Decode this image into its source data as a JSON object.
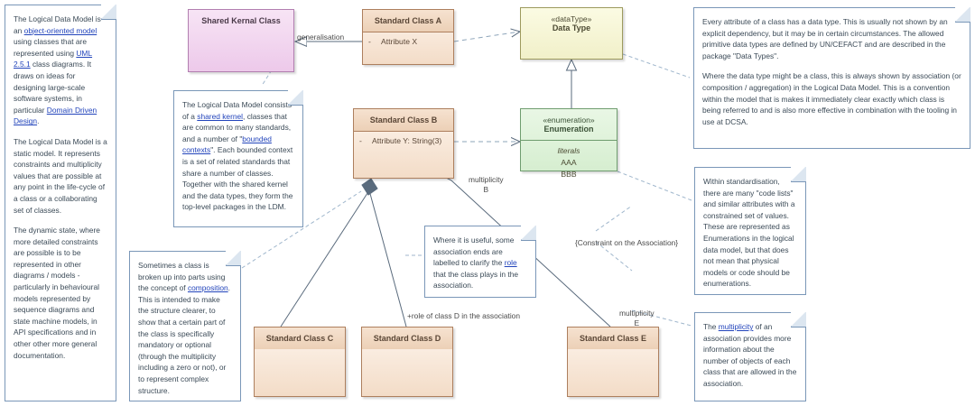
{
  "diagram": {
    "title": "Logical Data Model - UML class diagram conventions",
    "colors": {
      "standard_class": "#f3dcc7",
      "standard_border": "#ad7f5e",
      "shared_kernel": "#edc9ea",
      "shared_kernel_border": "#b27fb0",
      "data_type": "#f1f0c9",
      "data_type_border": "#9d9a5e",
      "enumeration": "#d6eed0",
      "enumeration_border": "#6f9d6f",
      "note_border": "#7a97b8",
      "link": "#2244bb",
      "connector": "#5a6b7d"
    }
  },
  "classes": {
    "shared_kernel": {
      "name": "Shared Kernal Class",
      "stereotype": ""
    },
    "standard_a": {
      "name": "Standard Class A",
      "attribute_visibility": "-",
      "attribute": "Attribute X"
    },
    "standard_b": {
      "name": "Standard Class B",
      "attribute_visibility": "-",
      "attribute": "Attribute Y: String(3)"
    },
    "standard_c": {
      "name": "Standard Class C"
    },
    "standard_d": {
      "name": "Standard Class D"
    },
    "standard_e": {
      "name": "Standard Class E"
    },
    "data_type": {
      "stereotype": "«dataType»",
      "name": "Data Type"
    },
    "enumeration": {
      "stereotype": "«enumeration»",
      "name": "Enumeration",
      "literals_header": "literals",
      "literals": [
        "AAA",
        "BBB"
      ]
    }
  },
  "connector_labels": {
    "generalisation": "generalisation",
    "multiplicity_b_line1": "multiplicity",
    "multiplicity_b_line2": "B",
    "multiplicity_e_line1": "multiplicity",
    "multiplicity_e_line2": "E",
    "constraint": "{Constraint on the Association}",
    "role_d": "+role of class D in the association"
  },
  "notes": {
    "ldm_overview": {
      "p1_a": "The Logical Data Model is an ",
      "p1_link1": "object-oriented model",
      "p1_b": " using classes that are represented using ",
      "p1_link2": "UML 2.5.1",
      "p1_c": " class diagrams. It draws on ideas for designing large-scale software systems, in particular ",
      "p1_link3": "Domain Driven Design",
      "p1_d": ".",
      "p2": "The Logical Data Model is a static model. It represents constraints and multiplicity values that are possible at any point in the life-cycle of a class or a collaborating set of classes.",
      "p3": "The dynamic state, where more detailed constraints are possible is to be represented in other diagrams / models - particularly in behavioural models represented by sequence diagrams and state machine models, in API specifications and in other other more general documentation."
    },
    "shared_kernel_note": {
      "p1_a": "The Logical Data Model consists of a ",
      "p1_link1": "shared kernel",
      "p1_b": ", classes that are common to many standards, and a number of \"",
      "p1_link2": "bounded contexts",
      "p1_c": "\". Each bounded context is a set of related standards that share a number of classes. Together with the shared kernel and the data types, they form the top-level packages in the LDM."
    },
    "composition_note": {
      "p1_a": "Sometimes a class is broken up into parts using the concept of ",
      "p1_link1": "composition",
      "p1_b": ". This is intended to make the structure clearer, to show that a certain part of the class is specifically mandatory or optional (through the multiplicity including a zero or not), or to represent complex structure."
    },
    "role_note": {
      "p1_a": "Where it is useful, some association ends are labelled to clarify the ",
      "p1_link1": "role",
      "p1_b": " that the class plays in the association."
    },
    "datatype_note": {
      "p1": "Every attribute of a class has a data type. This is usually not shown by an explicit dependency, but it may be in certain circumstances. The allowed primitive data types are defined by UN/CEFACT and are described in the package \"Data Types\".",
      "p2": "Where the data type might be a class, this is always shown by association (or composition / aggregation) in the Logical Data Model. This is a convention within the model that is makes it immediately clear exactly which class is being referred to and is also more effective in combination with the tooling in use at DCSA."
    },
    "enumeration_note": {
      "p1": "Within standardisation, there are many \"code lists\" and similar attributes with a constrained set of values. These are represented as Enumerations in the logical data model, but that does not mean that physical models or code should be enumerations."
    },
    "multiplicity_note": {
      "p1_a": "The ",
      "p1_link1": "multiplicity",
      "p1_b": " of an association provides more information about the number of objects of each class that are allowed in the association."
    }
  }
}
